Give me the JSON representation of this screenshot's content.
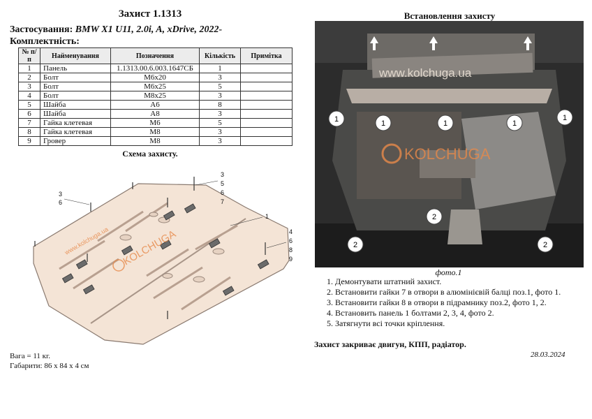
{
  "title": "Захист 1.1313",
  "application": {
    "label": "Застосування:",
    "model": "BMW X1 U11, 2.0i, A, xDrive, 2022-"
  },
  "kit_label": "Комплектність:",
  "table": {
    "headers": [
      "№ п/п",
      "Найменування",
      "Позначення",
      "Кількість",
      "Примітка"
    ],
    "rows": [
      [
        "1",
        "Панель",
        "1.1313.00.6.003.1647СБ",
        "1",
        ""
      ],
      [
        "2",
        "Болт",
        "М6х20",
        "3",
        ""
      ],
      [
        "3",
        "Болт",
        "М6х25",
        "5",
        ""
      ],
      [
        "4",
        "Болт",
        "М8х25",
        "3",
        ""
      ],
      [
        "5",
        "Шайба",
        "А6",
        "8",
        ""
      ],
      [
        "6",
        "Шайба",
        "А8",
        "3",
        ""
      ],
      [
        "7",
        "Гайка клетевая",
        "М6",
        "5",
        ""
      ],
      [
        "8",
        "Гайка клетевая",
        "М8",
        "3",
        ""
      ],
      [
        "9",
        "Гровер",
        "М8",
        "3",
        ""
      ]
    ]
  },
  "scheme": {
    "title": "Схема захисту.",
    "watermark_url": "www.kolchuga.ua",
    "watermark_brand": "KOLCHUGA",
    "callouts_top_right": [
      "3",
      "5",
      "6",
      "7"
    ],
    "callouts_left": [
      "3",
      "6"
    ],
    "callout_panel": "1",
    "callouts_right": [
      "4",
      "6",
      "8",
      "9"
    ]
  },
  "weight": "Вага = 11 кг.",
  "dimensions": "Габарити: 86 х 84 х 4 см",
  "install": {
    "title": "Встановлення захисту",
    "photo_watermark_url": "www.kolchuga.ua",
    "photo_watermark_brand": "KOLCHUGA",
    "photo_callouts": [
      "1",
      "1",
      "1",
      "1",
      "1",
      "2",
      "2",
      "2"
    ],
    "photo_caption": "фото.1",
    "steps": [
      "Демонтувати штатний захист.",
      "Встановити гайки 7 в отвори в алюмінієвій балці поз.1, фото 1.",
      "Встановити гайки 8 в отвори в підрамнику поз.2, фото 1, 2.",
      "Встановить панель 1 болтами 2, 3, 4, фото 2.",
      "Затягнути всі точки кріплення."
    ],
    "summary": "Захист закриває двигун, КПП, радіатор.",
    "date": "28.03.2024"
  },
  "colors": {
    "panel_fill": "#f4e4d6",
    "panel_stroke": "#8a7a70",
    "watermark": "#e7894a",
    "photo_dark": "#2c2c2c"
  }
}
